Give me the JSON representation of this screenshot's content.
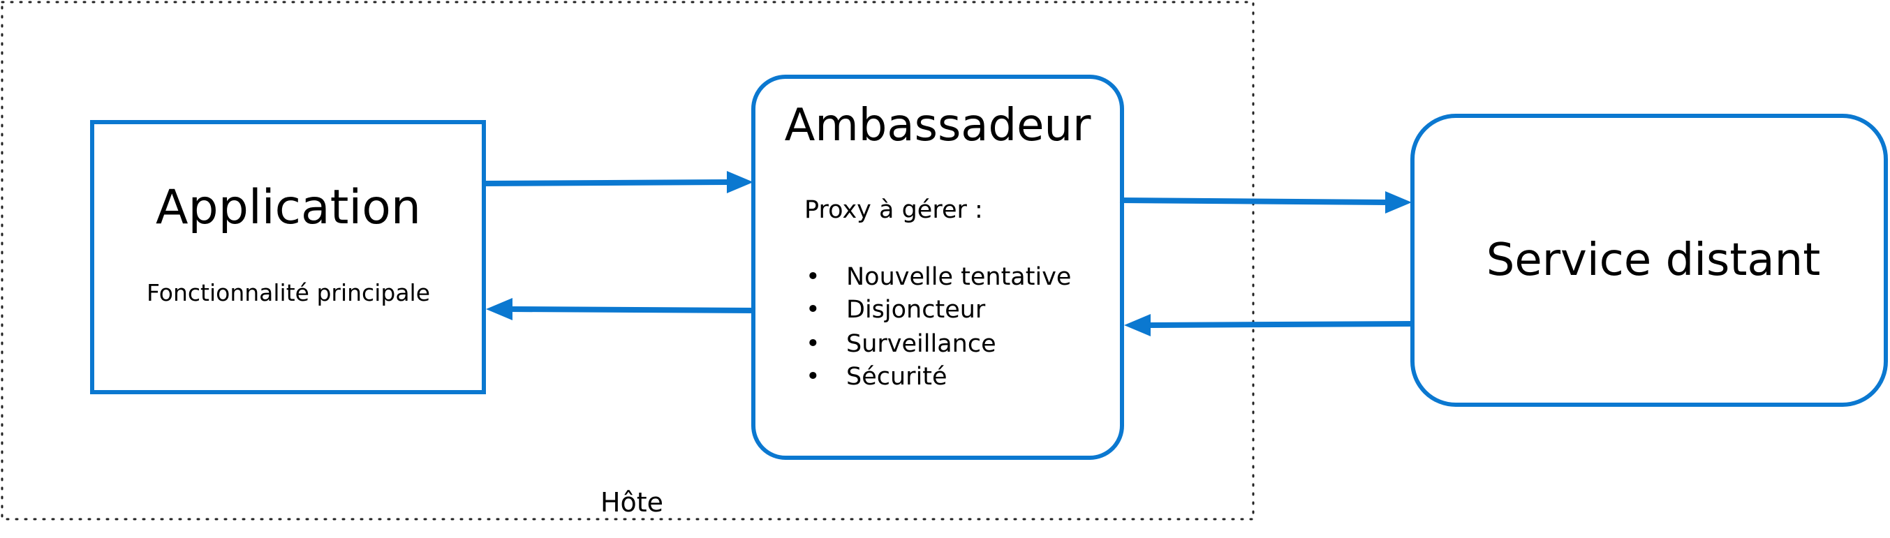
{
  "host": {
    "label": "Hôte"
  },
  "application": {
    "title": "Application",
    "subtitle": "Fonctionnalité principale"
  },
  "ambassador": {
    "title": "Ambassadeur",
    "intro": "Proxy à gérer :",
    "bullet_glyph": "•",
    "items": [
      "Nouvelle tentative",
      "Disjoncteur",
      "Surveillance",
      "Sécurité"
    ]
  },
  "remote_service": {
    "title": "Service distant"
  },
  "colors": {
    "accent": "#0b78d0",
    "boundary": "#222222",
    "text": "#000000",
    "background": "#ffffff"
  }
}
